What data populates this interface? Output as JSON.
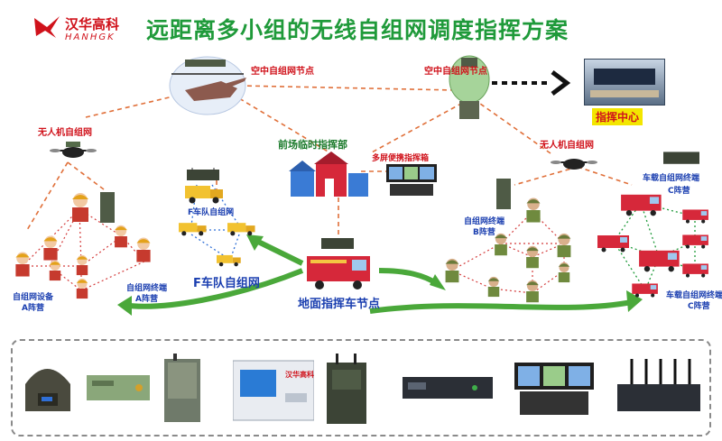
{
  "header": {
    "title": "远距离多小组的无线自组网调度指挥方案",
    "logo_cn": "汉华高科",
    "logo_en": "HANHGK"
  },
  "nodes": {
    "air_node_helicopter": "空中自组网节点",
    "air_node_balloon": "空中自组网节点",
    "command_center": "指挥中心",
    "uav_left": "无人机自组网",
    "uav_right": "无人机自组网",
    "forward_hq": "前场临时指挥部",
    "multi_screen": "多屏便携指挥箱",
    "f_convoy_inner": "F车队自组网",
    "f_convoy": "F车队自组网",
    "ground_vehicle": "地面指挥车节点",
    "camp_a_device": "自组网设备",
    "camp_a_device_sub": "A阵营",
    "camp_a_terminal": "自组网终端",
    "camp_a_terminal_sub": "A阵营",
    "camp_b_terminal": "自组网终端",
    "camp_b_terminal_sub": "B阵营",
    "camp_c_vehicle_top": "车载自组网终端",
    "camp_c_vehicle_top_sub": "C阵营",
    "camp_c_vehicle_bottom": "车载自组网终端",
    "camp_c_vehicle_bottom_sub": "C阵营"
  },
  "products": {
    "device_label": "汉华高科"
  },
  "colors": {
    "title_green": "#1f9a3a",
    "brand_red": "#d0121b",
    "link_orange": "#e0703a",
    "link_red": "#d43c3c",
    "link_blue": "#2f6fd6",
    "link_green": "#1f9a3a",
    "arrow_green": "#4aa83a"
  }
}
